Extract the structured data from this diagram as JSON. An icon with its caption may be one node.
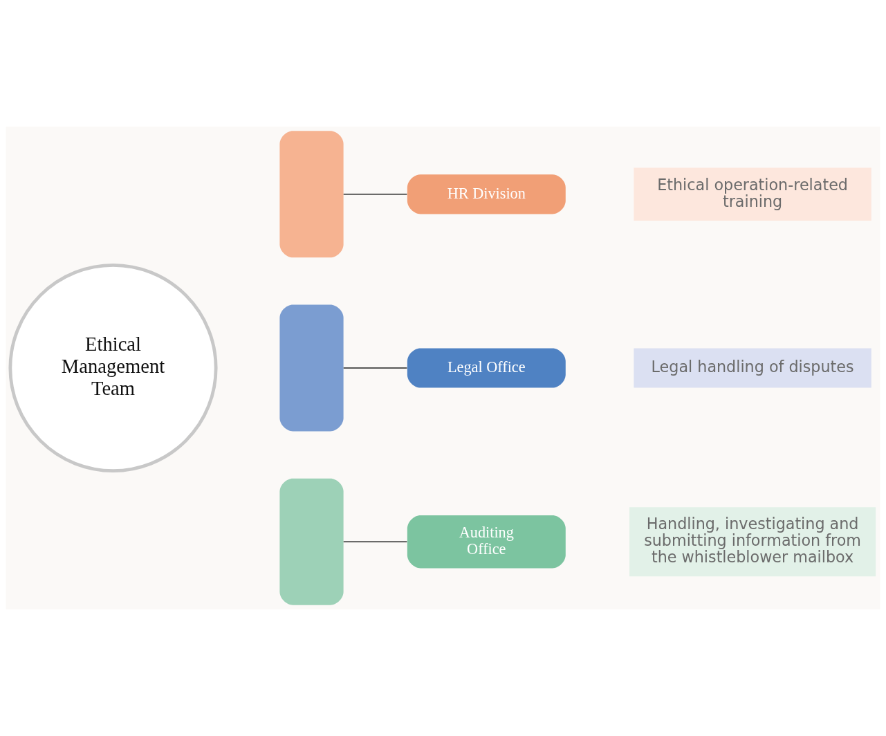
{
  "diagram": {
    "nodes": [
      {
        "text": [
          "Ethical Management Team"
        ]
      },
      {
        "text": [],
        "shape": "arc"
      },
      {
        "text": [],
        "shape": "arc"
      },
      {
        "text": [],
        "shape": "arc"
      },
      {
        "text": [
          "HR Division"
        ]
      },
      {
        "text": [
          "Ethical operation-related training"
        ]
      },
      {
        "text": [
          "Legal Office"
        ]
      },
      {
        "text": [
          "Legal handling of disputes"
        ]
      },
      {
        "text": [
          "Auditing Office"
        ]
      },
      {
        "text": [
          "Handling, investigating and submitting information from the whistleblower mailbox"
        ]
      }
    ],
    "edges": [
      {
        "from": 1,
        "to": 4,
        "arrow": "none"
      },
      {
        "from": 2,
        "to": 6,
        "arrow": "none"
      },
      {
        "from": 3,
        "to": 8,
        "arrow": "none"
      }
    ]
  }
}
